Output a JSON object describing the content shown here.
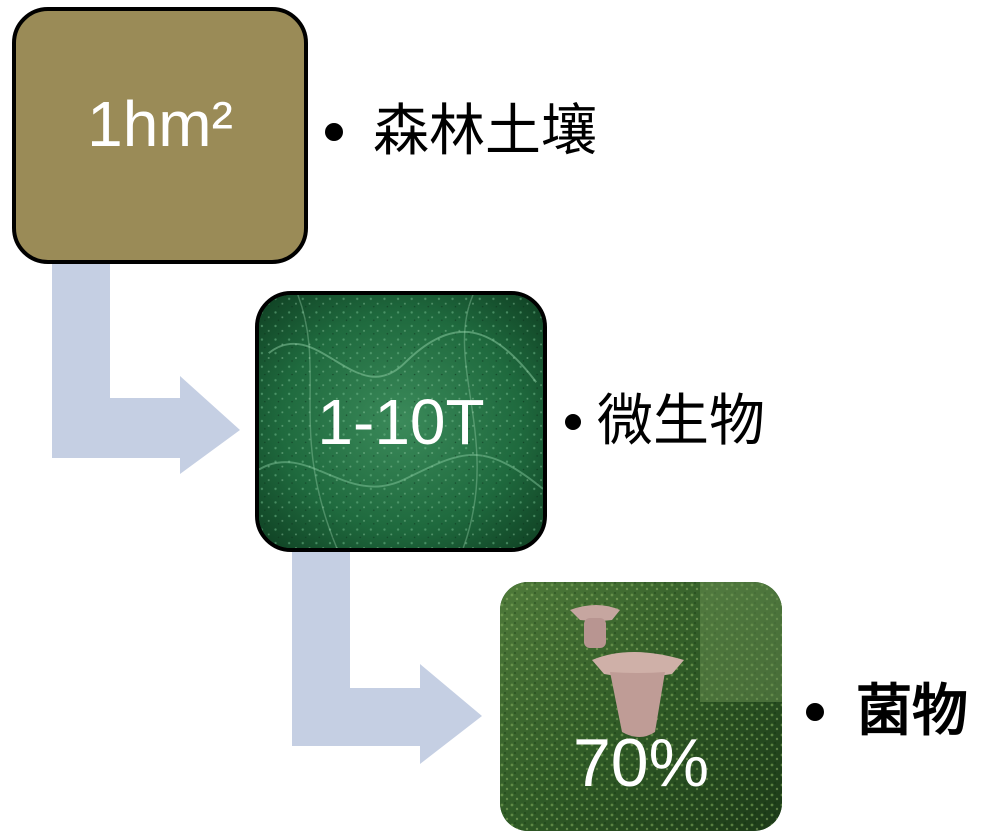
{
  "colors": {
    "arrow": "#c5cfe3",
    "box1_fill": "#9a8b57",
    "box2_fill": "#1f5f3a",
    "box3_fill": "#2e5a2a",
    "text_on_box": "#ffffff",
    "bullet_text": "#000000"
  },
  "steps": [
    {
      "value": "1hm²",
      "label": "森林土壤"
    },
    {
      "value": "1-10T",
      "label": "微生物"
    },
    {
      "value": "70%",
      "label": "菌物"
    }
  ],
  "icons": {
    "step1": "soil-color-swatch",
    "step2": "green-microbe-texture",
    "step3": "mushroom-on-moss-photo"
  }
}
